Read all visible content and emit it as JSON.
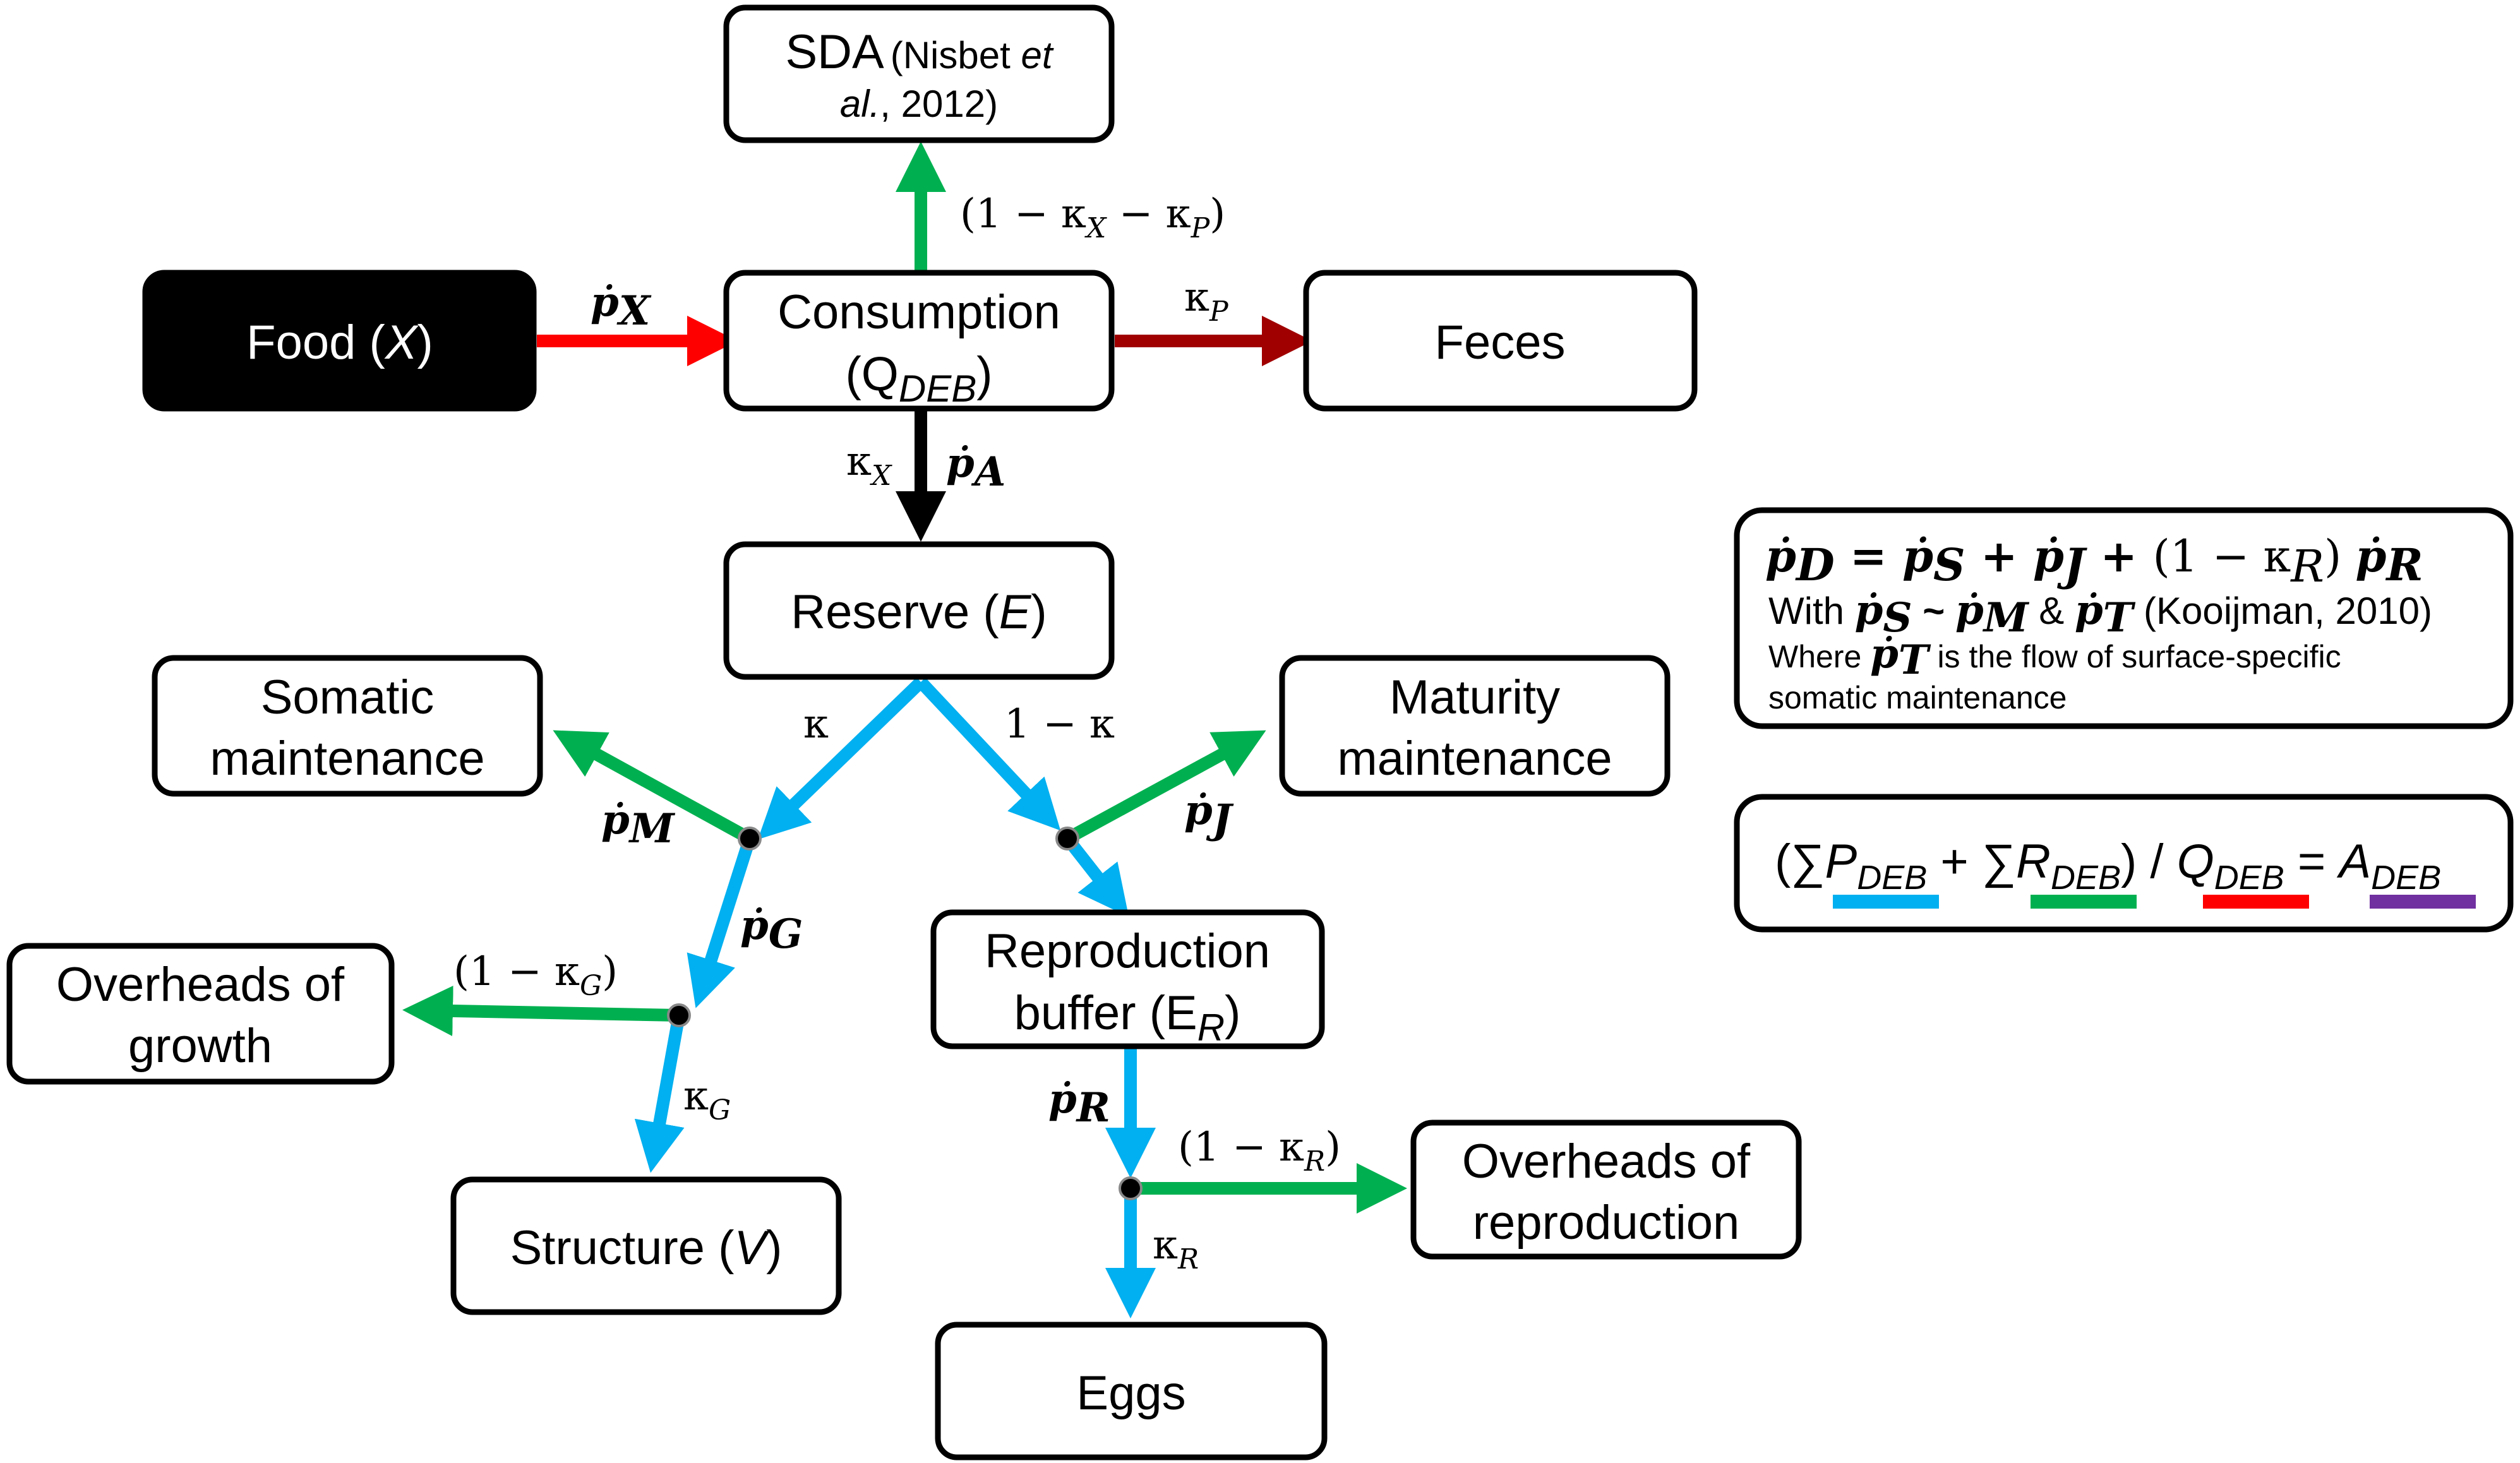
{
  "colors": {
    "blue": "#00B0F0",
    "green": "#00B050",
    "red": "#FF0000",
    "darkred": "#A00000",
    "black": "#000000",
    "purple": "#7030A0"
  },
  "nodes": {
    "sda": {
      "main": "SDA",
      "ref_a": "(Nisbet ",
      "ref_b": "et",
      "ref_c": "al.",
      "ref_d": ", 2012)"
    },
    "food": {
      "a": "Food (",
      "b": "X",
      "c": ")"
    },
    "consumption": {
      "line1": "Consumption",
      "line2_a": "(Q",
      "line2_sub": "DEB",
      "line2_c": ")"
    },
    "feces": {
      "label": "Feces"
    },
    "reserve": {
      "a": "Reserve (",
      "b": "E",
      "c": ")"
    },
    "somatic": {
      "line1": "Somatic",
      "line2": "maintenance"
    },
    "maturity": {
      "line1": "Maturity",
      "line2": "maintenance"
    },
    "overheads_growth": {
      "line1": "Overheads of",
      "line2": "growth"
    },
    "repro_buffer": {
      "line1": "Reproduction",
      "line2_a": "buffer (E",
      "line2_sub": "R",
      "line2_c": ")"
    },
    "structure": {
      "a": "Structure (",
      "b": "V",
      "c": ")"
    },
    "overheads_repro": {
      "line1": "Overheads of",
      "line2": "reproduction"
    },
    "eggs": {
      "label": "Eggs"
    }
  },
  "edges": {
    "px": {
      "p": "ṗ",
      "sub": "X"
    },
    "sda_coef": {
      "a": "(1 − κ",
      "sub1": "X",
      "b": " − κ",
      "sub2": "P",
      "c": ")"
    },
    "kp": {
      "k": "κ",
      "sub": "P"
    },
    "kx": {
      "k": "κ",
      "sub": "X"
    },
    "pa": {
      "p": "ṗ",
      "sub": "A"
    },
    "kappa": {
      "k": "κ"
    },
    "one_minus_kappa": {
      "t": "1 − κ"
    },
    "pm": {
      "p": "ṗ",
      "sub": "M"
    },
    "pj": {
      "p": "ṗ",
      "sub": "J"
    },
    "pg": {
      "p": "ṗ",
      "sub": "G"
    },
    "kg_coef": {
      "a": "(1 − κ",
      "sub": "G",
      "c": ")"
    },
    "kg": {
      "k": "κ",
      "sub": "G"
    },
    "pr": {
      "p": "ṗ",
      "sub": "R"
    },
    "kr_coef": {
      "a": "(1 − κ",
      "sub": "R",
      "c": ")"
    },
    "kr": {
      "k": "κ",
      "sub": "R"
    }
  },
  "equation_box": {
    "line1": {
      "pD": "ṗ",
      "pD_sub": "D",
      "eq": " = ",
      "pS": "ṗ",
      "pS_sub": "S",
      "plus1": " + ",
      "pJ": "ṗ",
      "pJ_sub": "J",
      "plus2": " + ",
      "paren": "(1 − κ",
      "paren_sub": "R",
      "paren_c": ") ",
      "pR": "ṗ",
      "pR_sub": "R"
    },
    "line2": {
      "with": "With ",
      "pS": "ṗ",
      "pS_sub": "S",
      "tilde": " ~ ",
      "pM": "ṗ",
      "pM_sub": "M",
      "amp": " & ",
      "pT": "ṗ",
      "pT_sub": "T",
      "ref": " (Kooijman, 2010)"
    },
    "line3": {
      "where": "Where ",
      "pT": "ṗ",
      "pT_sub": "T",
      "rest": " is the flow of surface-specific"
    },
    "line4": {
      "t": "somatic maintenance"
    }
  },
  "legend_box": {
    "open": "(∑",
    "P": "P",
    "P_sub": "DEB",
    "plus": " + ∑",
    "R": "R",
    "R_sub": "DEB",
    "close_div": ") / ",
    "Q": "Q",
    "Q_sub": "DEB",
    "equals": " = ",
    "A": "A",
    "A_sub": "DEB"
  }
}
